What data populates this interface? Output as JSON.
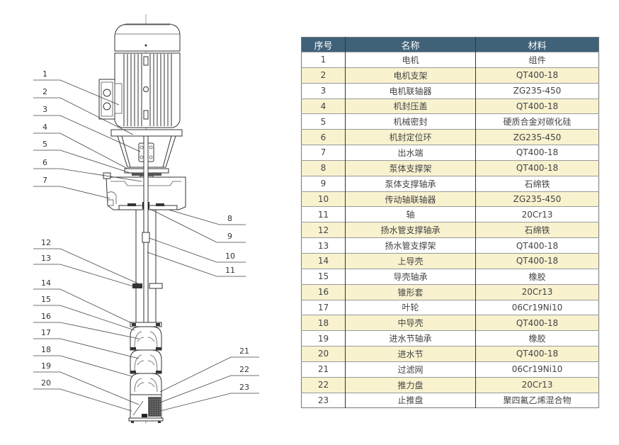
{
  "diagram": {
    "title": "立式长轴泵结构图",
    "callouts": [
      "1",
      "2",
      "3",
      "4",
      "5",
      "6",
      "7",
      "8",
      "9",
      "10",
      "11",
      "12",
      "13",
      "14",
      "15",
      "16",
      "17",
      "18",
      "19",
      "20",
      "21",
      "22",
      "23"
    ]
  },
  "table": {
    "headers": [
      "序号",
      "名称",
      "材料"
    ],
    "header_color": "#3f6279",
    "stripe_color": "#f8f2cf",
    "rows": [
      {
        "no": "1",
        "name": "电机",
        "material": "组件"
      },
      {
        "no": "2",
        "name": "电机支架",
        "material": "QT400-18"
      },
      {
        "no": "3",
        "name": "电机联轴器",
        "material": "ZG235-450"
      },
      {
        "no": "4",
        "name": "机封压盖",
        "material": "QT400-18"
      },
      {
        "no": "5",
        "name": "机械密封",
        "material": "硬质合金对碳化硅"
      },
      {
        "no": "6",
        "name": "机封定位环",
        "material": "ZG235-450"
      },
      {
        "no": "7",
        "name": "出水端",
        "material": "QT400-18"
      },
      {
        "no": "8",
        "name": "泵体支撑架",
        "material": "QT400-18"
      },
      {
        "no": "9",
        "name": "泵体支撑轴承",
        "material": "石绵铁"
      },
      {
        "no": "10",
        "name": "传动轴联轴器",
        "material": "ZG235-450"
      },
      {
        "no": "11",
        "name": "轴",
        "material": "20Cr13"
      },
      {
        "no": "12",
        "name": "扬水管支撑轴承",
        "material": "石绵铁"
      },
      {
        "no": "13",
        "name": "扬水管支撑架",
        "material": "QT400-18"
      },
      {
        "no": "14",
        "name": "上导壳",
        "material": "QT400-18"
      },
      {
        "no": "15",
        "name": "导壳轴承",
        "material": "橡胶"
      },
      {
        "no": "16",
        "name": "锥形套",
        "material": "20Cr13"
      },
      {
        "no": "17",
        "name": "叶轮",
        "material": "06Cr19Ni10"
      },
      {
        "no": "18",
        "name": "中导壳",
        "material": "QT400-18"
      },
      {
        "no": "19",
        "name": "进水节轴承",
        "material": "橡胶"
      },
      {
        "no": "20",
        "name": "进水节",
        "material": "QT400-18"
      },
      {
        "no": "21",
        "name": "过滤网",
        "material": "06Cr19Ni10"
      },
      {
        "no": "22",
        "name": "推力盘",
        "material": "20Cr13"
      },
      {
        "no": "23",
        "name": "止推盘",
        "material": "聚四氟乙烯混合物"
      }
    ]
  }
}
